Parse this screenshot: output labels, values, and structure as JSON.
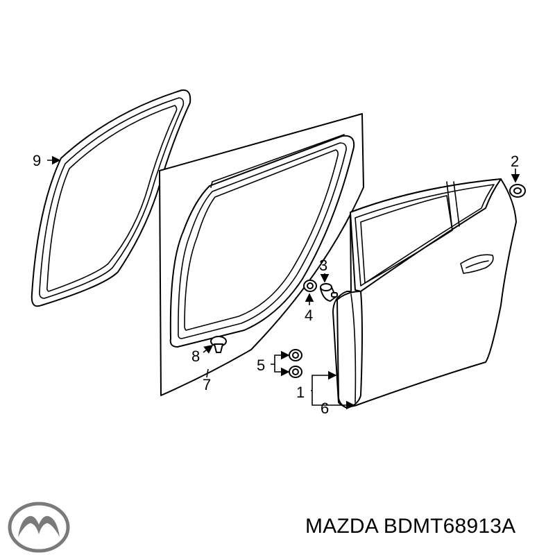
{
  "callouts": {
    "c1": "1",
    "c2": "2",
    "c3": "3",
    "c4": "4",
    "c5": "5",
    "c6": "6",
    "c7": "7",
    "c8": "8",
    "c9": "9"
  },
  "caption": "MAZDA BDMT68913A",
  "logo_icon": "mazda-logo-icon"
}
